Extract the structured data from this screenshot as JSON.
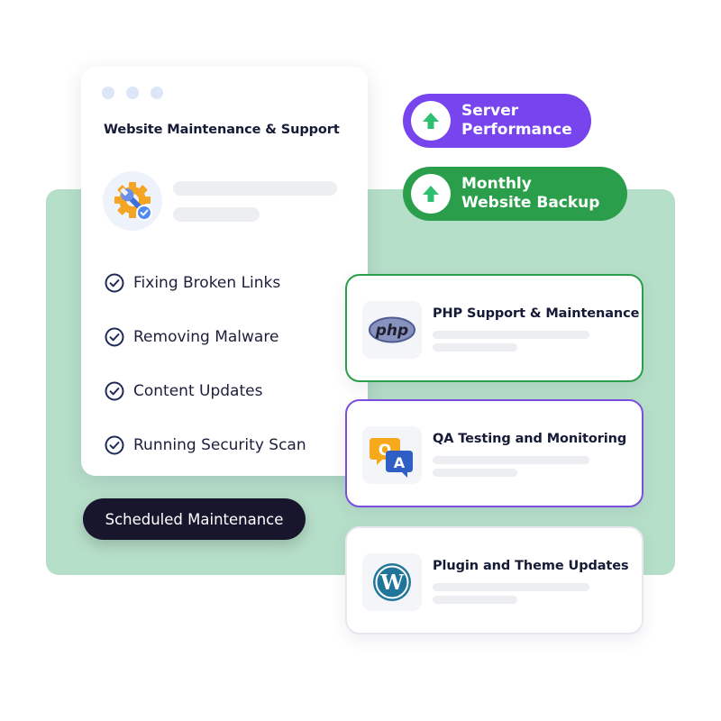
{
  "colors": {
    "panel_bg": "#b6dfc9",
    "dot": "#dce6f7",
    "placeholder_bar": "#eceef2",
    "purple": "#7744ee",
    "green": "#2a9e4a",
    "arrow_green": "#2fbf71",
    "dark": "#17162d",
    "card_green_border": "#2a9e4a",
    "card_purple_border": "#7b4ee0",
    "card_plain_border": "#e6e8ee"
  },
  "main_card": {
    "title": "Website Maintenance & Support",
    "icon": "wrench-gear-icon",
    "checklist": [
      {
        "label": "Fixing Broken Links",
        "icon": "check-circle-icon"
      },
      {
        "label": "Removing Malware",
        "icon": "check-circle-icon"
      },
      {
        "label": "Content Updates",
        "icon": "check-circle-icon"
      },
      {
        "label": "Running Security Scan",
        "icon": "check-circle-icon"
      }
    ]
  },
  "pills": [
    {
      "label": "Server Performance",
      "icon": "arrow-up-icon"
    },
    {
      "label": "Monthly Website Backup",
      "icon": "arrow-up-icon"
    }
  ],
  "dark_label": "Scheduled Maintenance",
  "services": [
    {
      "title": "PHP Support & Maintenance",
      "icon": "php-logo-icon",
      "logo_text": "php"
    },
    {
      "title": "QA Testing and Monitoring",
      "icon": "qa-icon",
      "logo_text_q": "Q",
      "logo_text_a": "A"
    },
    {
      "title": "Plugin and Theme Updates",
      "icon": "wordpress-icon",
      "logo_text": "W"
    }
  ]
}
